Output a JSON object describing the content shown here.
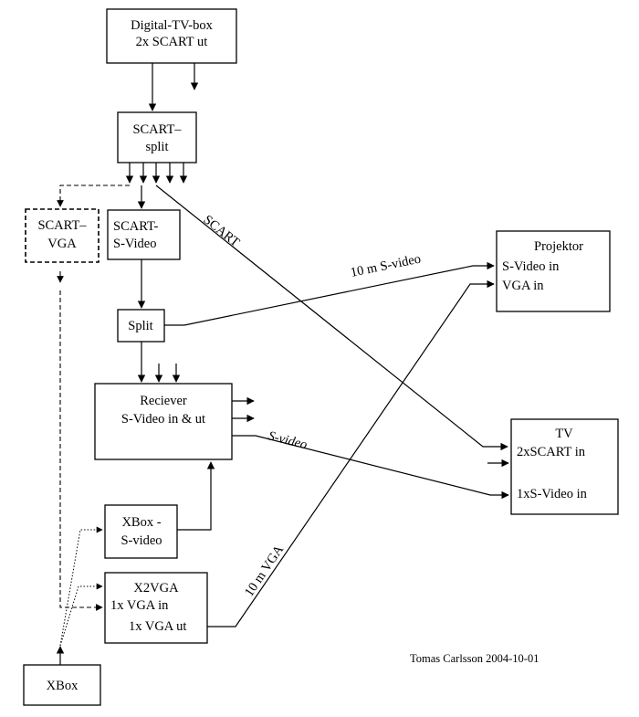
{
  "nodes": {
    "digital_tv_box": {
      "line1": "Digital-TV-box",
      "line2": "2x SCART ut"
    },
    "scart_split": {
      "line1": "SCART–",
      "line2": "split"
    },
    "scart_vga": {
      "line1": "SCART–",
      "line2": "VGA"
    },
    "scart_svideo": {
      "line1": "SCART-",
      "line2": "S-Video"
    },
    "split": {
      "line1": "Split"
    },
    "reciever": {
      "line1": "Reciever",
      "line2": "S-Video in & ut"
    },
    "xbox_svideo": {
      "line1": "XBox -",
      "line2": "S-video"
    },
    "x2vga": {
      "line1": "X2VGA",
      "line2": "1x VGA in",
      "line3": "1x VGA ut"
    },
    "xbox": {
      "line1": "XBox"
    },
    "projektor": {
      "line1": "Projektor",
      "line2": "S-Video in",
      "line3": "VGA in"
    },
    "tv": {
      "line1": "TV",
      "line2": "2xSCART in",
      "line3": "1xS-Video in"
    }
  },
  "edge_labels": {
    "scart": "SCART",
    "svideo_10m": "10 m S-video",
    "svideo": "S-video",
    "vga_10m": "10 m VGA"
  },
  "credit": "Tomas Carlsson 2004-10-01"
}
